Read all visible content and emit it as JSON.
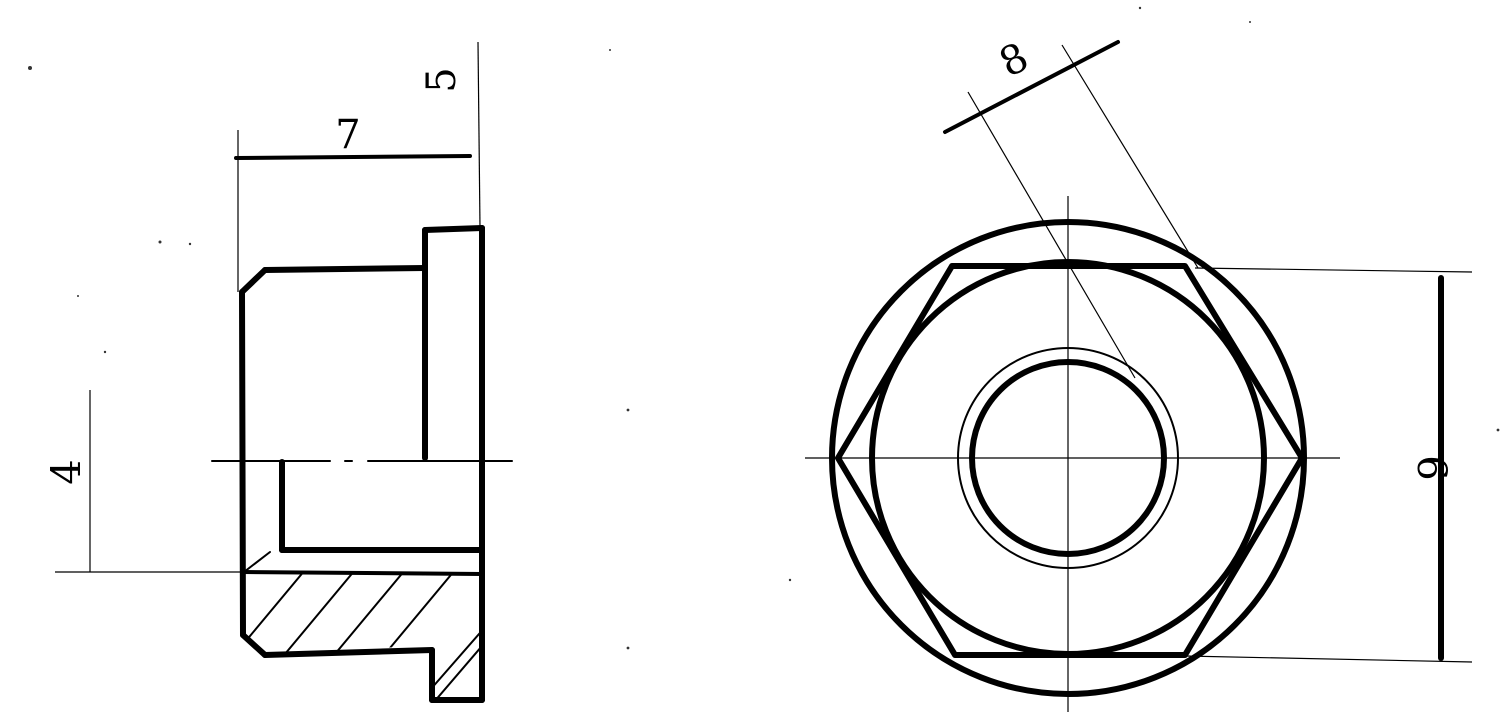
{
  "side_view": {
    "dimensions": [
      {
        "id": "dim-7",
        "label": "7"
      },
      {
        "id": "dim-5",
        "label": "5"
      },
      {
        "id": "dim-4",
        "label": "4"
      }
    ]
  },
  "front_view": {
    "dimensions": [
      {
        "id": "dim-8",
        "label": "8"
      },
      {
        "id": "dim-6",
        "label": "6"
      }
    ]
  }
}
